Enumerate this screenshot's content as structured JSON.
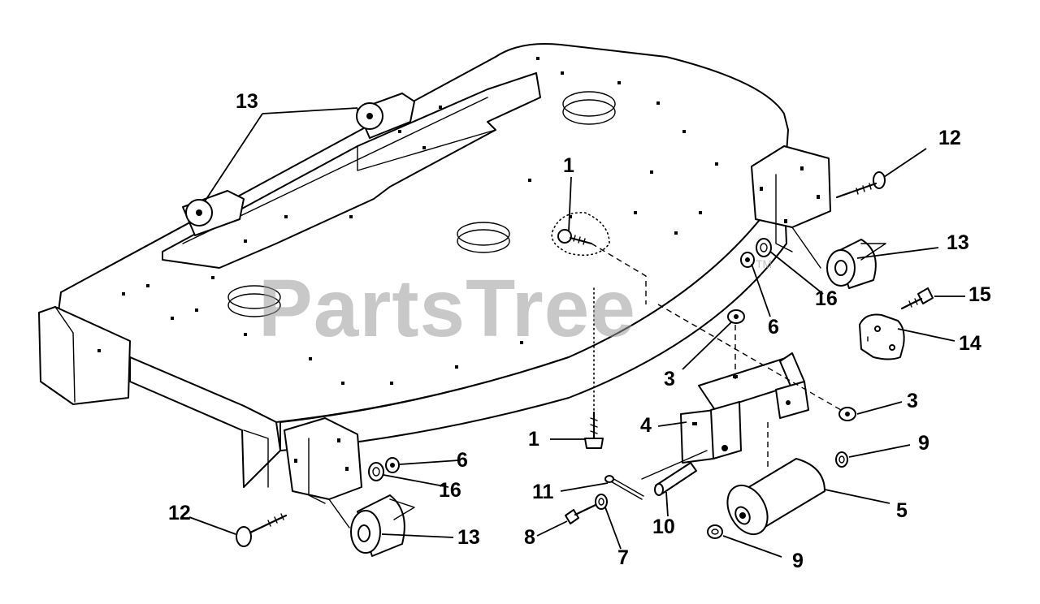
{
  "watermark": {
    "text": "PartsTree",
    "trademark": "TM"
  },
  "callouts": {
    "c1a": "1",
    "c1b": "1",
    "c3a": "3",
    "c3b": "3",
    "c4": "4",
    "c5": "5",
    "c6a": "6",
    "c6b": "6",
    "c7": "7",
    "c8": "8",
    "c9a": "9",
    "c9b": "9",
    "c10": "10",
    "c11": "11",
    "c12a": "12",
    "c12b": "12",
    "c13a": "13",
    "c13b": "13",
    "c13c": "13",
    "c14": "14",
    "c15": "15",
    "c16a": "16",
    "c16b": "16"
  }
}
